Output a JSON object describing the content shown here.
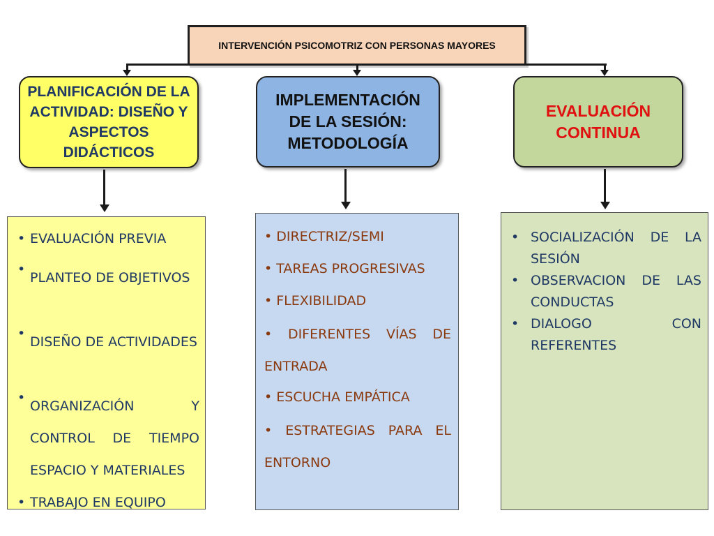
{
  "title": "INTERVENCIÓN PSICOMOTRIZ CON PERSONAS MAYORES",
  "categories": [
    {
      "label": "PLANIFICACIÓN DE LA ACTIVIDAD: DISEÑO Y ASPECTOS DIDÁCTICOS"
    },
    {
      "label": "IMPLEMENTACIÓN DE LA SESIÓN: METODOLOGÍA"
    },
    {
      "label": "EVALUACIÓN CONTINUA"
    }
  ],
  "panels": {
    "planificacion": [
      "EVALUACIÓN PREVIA",
      "PLANTEO DE OBJETIVOS",
      "DISEÑO DE ACTIVIDADES",
      "ORGANIZACIÓN Y CONTROL DE TIEMPO ESPACIO Y MATERIALES",
      "TRABAJO EN EQUIPO"
    ],
    "implementacion": [
      "DIRECTRIZ/SEMI",
      "TAREAS PROGRESIVAS",
      "FLEXIBILIDAD",
      "DIFERENTES VÍAS DE ENTRADA",
      "ESCUCHA EMPÁTICA",
      "ESTRATEGIAS PARA EL ENTORNO"
    ],
    "evaluacion": [
      "SOCIALIZACIÓN DE LA SESIÓN",
      "OBSERVACION DE LAS CONDUCTAS",
      "DIALOGO CON REFERENTES"
    ]
  },
  "colors": {
    "title_bg": "#f8d4b8",
    "cat1_bg": "#ffff66",
    "cat2_bg": "#8eb4e3",
    "cat3_bg": "#c3d69b",
    "cat3_text": "#e01010",
    "panel1_bg": "#ffff99",
    "panel2_bg": "#c6d9f1",
    "panel3_bg": "#d7e4bd",
    "navy_text": "#1f3864",
    "brown_text": "#8b3a0f"
  }
}
